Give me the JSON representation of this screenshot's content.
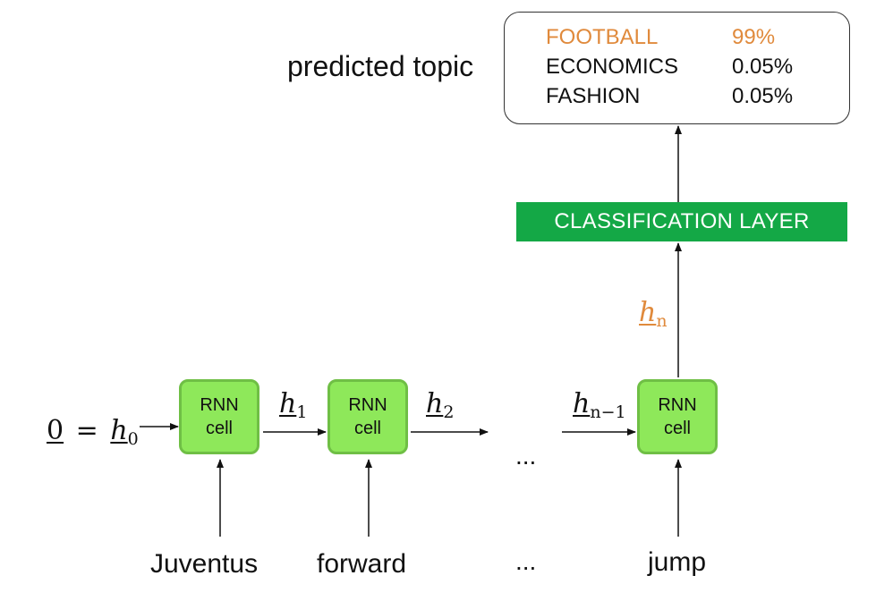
{
  "output": {
    "label": "predicted topic",
    "results": [
      {
        "topic": "FOOTBALL",
        "prob": "99%",
        "color": "#e08a3c"
      },
      {
        "topic": "ECONOMICS",
        "prob": "0.05%",
        "color": "#111111"
      },
      {
        "topic": "FASHION",
        "prob": "0.05%",
        "color": "#111111"
      }
    ]
  },
  "classifier": {
    "label": "CLASSIFICATION LAYER",
    "color": "#14a846"
  },
  "cells": [
    {
      "line1": "RNN",
      "line2": "cell"
    },
    {
      "line1": "RNN",
      "line2": "cell"
    },
    {
      "line1": "RNN",
      "line2": "cell"
    }
  ],
  "hidden": {
    "h0_prefix": "0",
    "eq": "=",
    "h_symbol": "h",
    "h0_sub": "0",
    "h1_sub": "1",
    "h2_sub": "2",
    "hn1_sub": "n−1",
    "hn_sub": "n",
    "hn_color": "#e08a3c"
  },
  "inputs": {
    "w1": "Juventus",
    "w2": "forward",
    "ellipsis": "...",
    "wn": "jump"
  },
  "chain_ellipsis": "..."
}
